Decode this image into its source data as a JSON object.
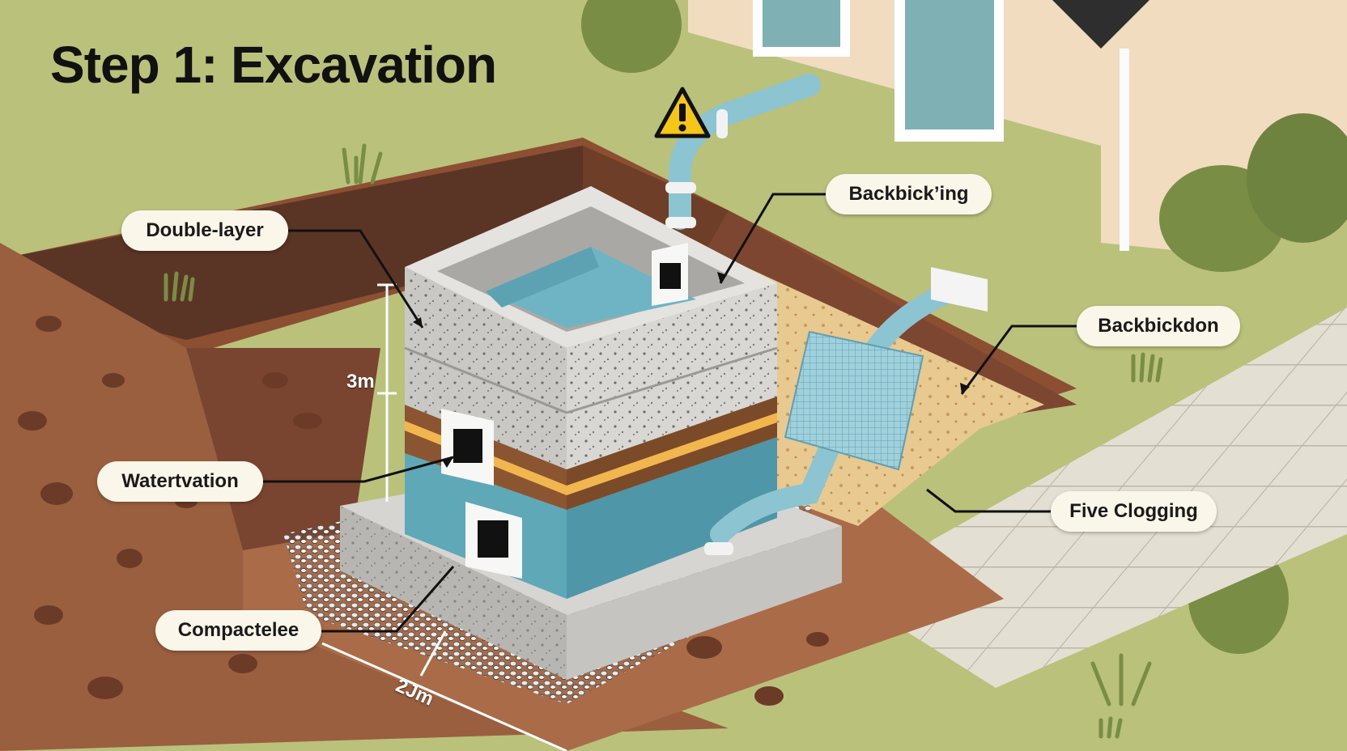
{
  "title": "Step 1: Excavation",
  "callouts": {
    "double_layer": "Double-layer",
    "backbicking": "Backbick’ing",
    "backbickdon": "Backbickdon",
    "watertvation": "Watertvation",
    "five_clogging": "Five Clogging",
    "compactelee": "Compactelee"
  },
  "dimensions": {
    "height": "3m",
    "width": "2Jm"
  },
  "icons": {
    "warning": "warning-triangle-icon"
  },
  "colors": {
    "grass": "#b8c07a",
    "soil": "#9a5f3f",
    "concrete": "#c9c8c4",
    "water": "#6bb2c2",
    "pipe": "#8cc4d2",
    "sand": "#e8c990",
    "paving": "#e2ddd2",
    "house": "#f1dcc0",
    "warning": "#f5c518"
  }
}
